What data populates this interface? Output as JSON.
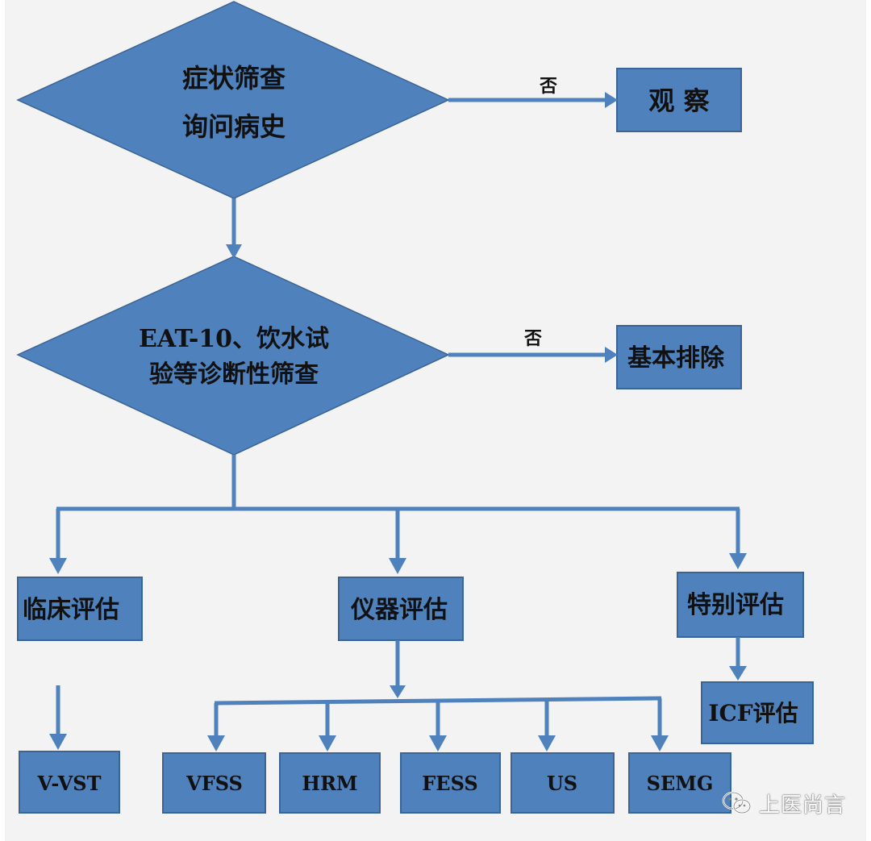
{
  "diagram": {
    "nodes": {
      "symptom_screen": {
        "line1": "症状筛查",
        "line2": "询问病史"
      },
      "observe": {
        "label": "观 察"
      },
      "diagnostic_screen": {
        "line1": "EAT-10、饮水试",
        "line2": "验等诊断性筛查"
      },
      "basic_exclude": {
        "label": "基本排除"
      },
      "clinical_eval": {
        "label": "临床评估"
      },
      "instrument_eval": {
        "label": "仪器评估"
      },
      "special_eval": {
        "label": "特别评估"
      },
      "icf_eval": {
        "label": "ICF评估"
      },
      "vvst": {
        "label": "V-VST"
      },
      "vfss": {
        "label": "VFSS"
      },
      "hrm": {
        "label": "HRM"
      },
      "fess": {
        "label": "FESS"
      },
      "us": {
        "label": "US"
      },
      "semg": {
        "label": "SEMG"
      }
    },
    "edges": {
      "no_label_1": "否",
      "no_label_2": "否"
    }
  },
  "watermark": {
    "text": "上医尚言"
  },
  "colors": {
    "node_fill": "#4f81bd",
    "node_border": "#3a6496",
    "connector": "#4f81bd",
    "background": "#f3f3f3"
  }
}
